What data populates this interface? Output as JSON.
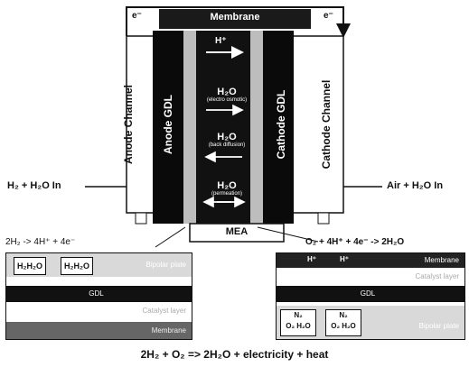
{
  "top": {
    "electron_left": "e⁻",
    "electron_right": "e⁻",
    "membrane_label": "Membrane"
  },
  "cell": {
    "anode_channel": "Anode Channel",
    "anode_gdl": "Anode GDL",
    "cathode_gdl": "Cathode GDL",
    "cathode_channel": "Cathode Channel",
    "mea_label": "MEA",
    "proton": "H⁺",
    "water_items": [
      {
        "formula": "H₂O",
        "note": "(electro osmotic)"
      },
      {
        "formula": "H₂O",
        "note": "(back diffusion)"
      },
      {
        "formula": "H₂O",
        "note": "(permeation)"
      }
    ]
  },
  "inlets": {
    "left": "H₂ + H₂O In",
    "right": "Air + H₂O In"
  },
  "anode_inset": {
    "reaction": "2H₂ -> 4H⁺ + 4e⁻",
    "box1": "H₂H₂O",
    "box2": "H₂H₂O",
    "bipolar": "Bipolar plate",
    "gdl": "GDL",
    "catalyst": "Catalyst layer",
    "membrane": "Membrane"
  },
  "cathode_inset": {
    "reaction": "O₂ + 4H⁺ + 4e⁻ -> 2H₂O",
    "membrane": "Membrane",
    "h1": "H⁺",
    "h2": "H⁺",
    "catalyst": "Catalyst layer",
    "gdl": "GDL",
    "box1_top": "N₂",
    "box1_bottom": "O₂ H₂O",
    "box2_top": "N₂",
    "box2_bottom": "O₂ H₂O",
    "bipolar": "Bipolar plate"
  },
  "overall": "2H₂ + O₂ => 2H₂O + electricity + heat"
}
